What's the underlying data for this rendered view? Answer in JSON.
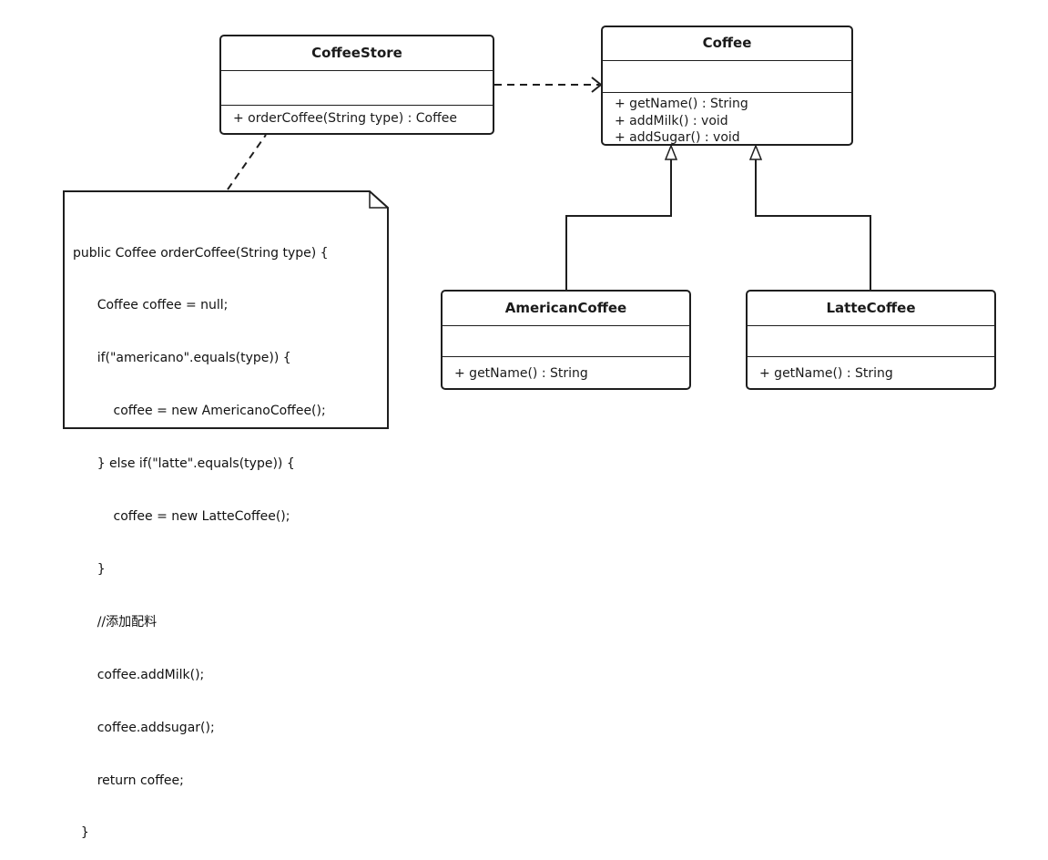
{
  "classes": {
    "coffee_store": {
      "name": "CoffeeStore",
      "operations": [
        "+ orderCoffee(String type) : Coffee"
      ]
    },
    "coffee": {
      "name": "Coffee",
      "operations": [
        "+ getName() : String",
        "+ addMilk() : void",
        "+ addSugar() : void"
      ]
    },
    "american_coffee": {
      "name": "AmericanCoffee",
      "operations": [
        "+ getName() : String"
      ]
    },
    "latte_coffee": {
      "name": "LatteCoffee",
      "operations": [
        "+ getName() : String"
      ]
    }
  },
  "note": {
    "lines": [
      "public Coffee orderCoffee(String type) {",
      "      Coffee coffee = null;",
      "      if(\"americano\".equals(type)) {",
      "          coffee = new AmericanoCoffee();",
      "      } else if(\"latte\".equals(type)) {",
      "          coffee = new LatteCoffee();",
      "      }",
      "      //添加配料",
      "      coffee.addMilk();",
      "      coffee.addsugar();",
      "      return coffee;",
      "  }"
    ]
  },
  "relationships": [
    {
      "type": "dependency",
      "from": "CoffeeStore",
      "to": "Coffee"
    },
    {
      "type": "generalization",
      "from": "AmericanCoffee",
      "to": "Coffee"
    },
    {
      "type": "generalization",
      "from": "LatteCoffee",
      "to": "Coffee"
    },
    {
      "type": "note-anchor",
      "from": "note",
      "to": "CoffeeStore"
    }
  ]
}
